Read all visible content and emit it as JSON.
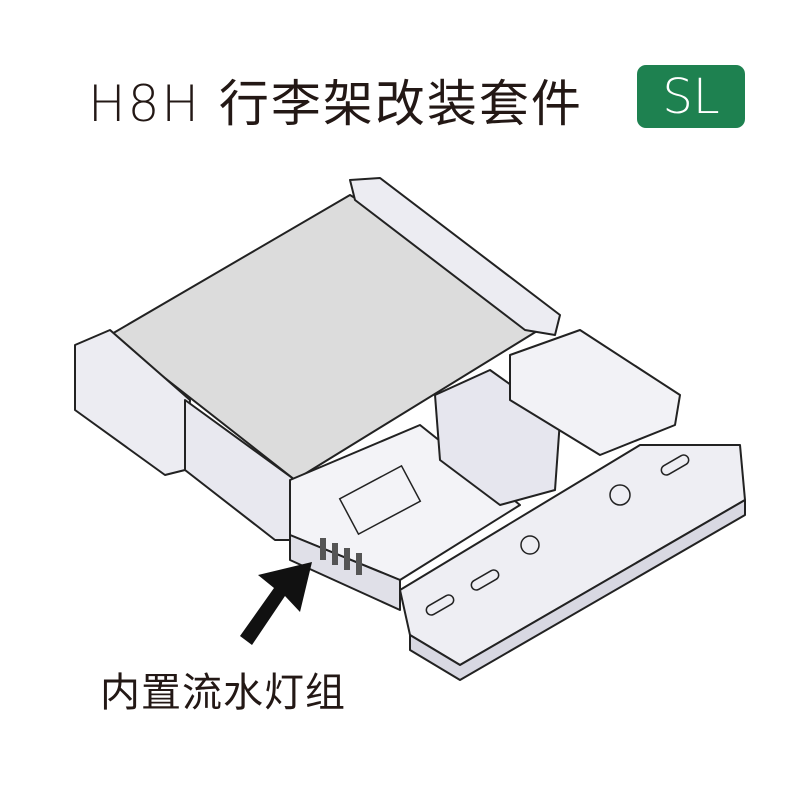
{
  "header": {
    "title": "H8H 行李架改装套件",
    "badge": "SL",
    "badge_color": "#1e8150"
  },
  "annotation": {
    "label": "内置流水灯组"
  }
}
